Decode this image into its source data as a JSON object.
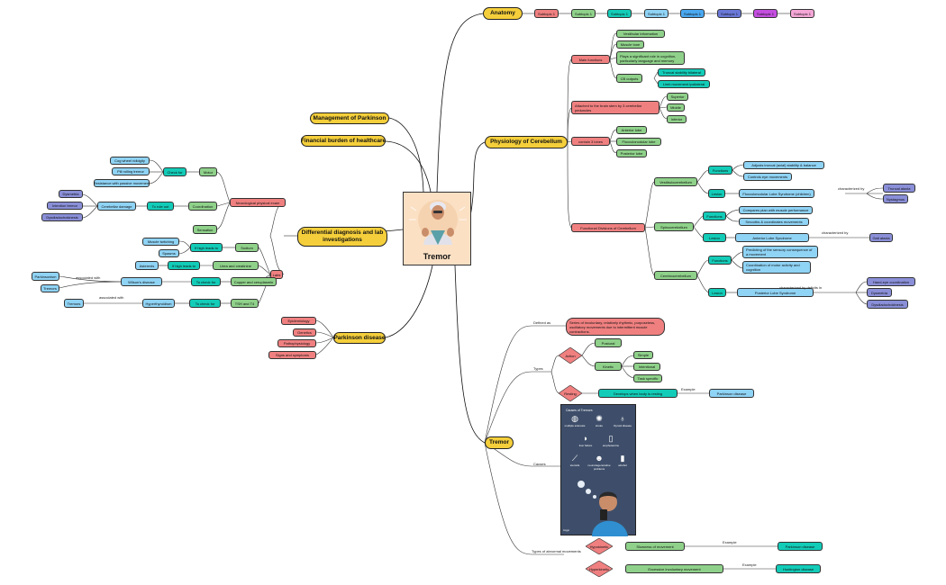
{
  "center": {
    "title": "Tremor"
  },
  "anatomy": {
    "title": "Anatomy",
    "subtopics": [
      "Subtopic 1",
      "Subtopic 1",
      "Subtopic 1",
      "Subtopic 1",
      "Subtopic 1",
      "Subtopic 1",
      "Subtopic 1",
      "Subtopic 1"
    ]
  },
  "management": {
    "title": "Management of Parkinson"
  },
  "financial": {
    "title": "Financial burden of healthcare"
  },
  "physiology": {
    "title": "Physiology of Cerebellum",
    "main_functions": {
      "label": "Main functions",
      "items": [
        "Vestibular information",
        "Muscle tone",
        "Plays a significant role in cognition, particularly language and memory"
      ],
      "cb": {
        "label": "CB outputs",
        "items": [
          "Truncal stability bilateral",
          "Limb movement ipsilateral"
        ]
      }
    },
    "attached": {
      "label": "Attached to the brain stem by 3 cerebellar peduncles",
      "items": [
        "Superior",
        "Middle",
        "Inferior"
      ]
    },
    "lobes": {
      "label": "contain 3 lobes",
      "items": [
        "Anterior lobe",
        "Flocculonodular lobe",
        "Posterior lobe"
      ]
    },
    "divisions": {
      "label": "Functional Divisions of Cerebellum",
      "vestibulo": {
        "label": "Vestibulocerebellum",
        "functions_label": "Functions",
        "functions": [
          "Adjusts truncal (axial) stability & balance",
          "Controls eye movements"
        ],
        "lesion_label": "Lesion",
        "lesion": "Flocculonodular Lobe Syndrome (children)",
        "link": "characterized by",
        "signs": [
          "Truncal ataxia",
          "Nystagmus"
        ]
      },
      "spino": {
        "label": "Spinocerebellum",
        "functions_label": "Functions",
        "functions": [
          "Compares plan with muscle performance",
          "Smooths & coordinates movements"
        ],
        "lesion_label": "Lesion",
        "lesion": "Anterior Lobe Syndrome",
        "link": "characterized by",
        "signs": [
          "Gait ataxia"
        ]
      },
      "cerebro": {
        "label": "Cerebrocerebellum",
        "functions_label": "Functions",
        "functions": [
          "Predicting of the sensory consequence of a movement",
          "Coordination of motor activity and cognition"
        ],
        "lesion_label": "Lesion",
        "lesion": "Posterior Lobe Syndrome",
        "link": "characterized by deficits in",
        "signs": [
          "Hand-eye coordination",
          "Dysmetria",
          "Dysdiadochokinesis"
        ]
      }
    }
  },
  "differential": {
    "title": "Differential diagnosis and lab investigations",
    "exam": {
      "label": "Neurological physical exam",
      "motor": {
        "label": "Motor",
        "check": "Check for",
        "items": [
          "Cog wheel rididgity",
          "Pill rolling tremor",
          "Resistance with passive movement"
        ]
      },
      "coordination": {
        "label": "Coordination",
        "rule": "To rule out",
        "damage": "Cerebellar damage",
        "items": [
          "Dysmetria",
          "Intention tremor",
          "Dysdiadochokinesis"
        ]
      },
      "sensation": "Sensation"
    },
    "labs": {
      "label": "Labs",
      "sodium": {
        "label": "Sodium",
        "cond": "If high leads to",
        "items": [
          "Muscle twitching",
          "Spasms"
        ]
      },
      "urea": {
        "label": "Urea and creatinine",
        "cond": "If high leads to",
        "item": "Asterexis"
      },
      "copper": {
        "label": "Copper and ceruplasmin",
        "cond": "To check for",
        "disease": "Wilson's disease",
        "link": "associated with",
        "items": [
          "Parkinsonism",
          "Tremors"
        ]
      },
      "tsh": {
        "label": "TSH and T4",
        "cond": "To check for",
        "disease": "Hyperthyroidism",
        "link": "associated with",
        "item": "Tremors"
      }
    }
  },
  "parkinson": {
    "title": "Parkinson disease",
    "items": [
      "Epidemiology",
      "Genetics",
      "Pathophysiology",
      "Signs and symptoms"
    ]
  },
  "tremor": {
    "title": "Tremor",
    "defined_label": "Defined as",
    "definition": "Series of involuntary, relatively rhythmic, purposeless, oscillatory movements due to intermittent muscle contractions.",
    "types_label": "Types",
    "action": {
      "label": "Action",
      "postural": "Postural",
      "kinetic": "Kinetic",
      "kinetic_items": [
        "Simple",
        "Intentional",
        "Task specific"
      ]
    },
    "resting": {
      "label": "Resting",
      "desc": "Develops when body is resting",
      "example_label": "Example",
      "example": "Parkinson disease"
    },
    "causes_label": "Causes",
    "poster": {
      "title": "Causes of Tremors",
      "items": [
        "multiple sclerosis",
        "stroke",
        "thyroid disease",
        "liver failure",
        "amphetamine",
        "steroids",
        "neurodegenerative problems",
        "alcohol"
      ],
      "credit": "zaygo"
    },
    "abnormal_label": "Types of abnormal movements",
    "hypokinetic": {
      "label": "Hypokinetic",
      "desc": "Slowness of movement",
      "example_label": "Example",
      "example": "Parkinson disease"
    },
    "hyperkinetic": {
      "label": "Hyperkinetic",
      "desc": "Excessive involuntary movement",
      "example_label": "Example",
      "example": "Huntington disease"
    }
  },
  "colors": {
    "main": "#f5cf3b",
    "green": "#8fd18a",
    "teal": "#12ccb8",
    "blue": "#8fd3f5",
    "red": "#f08080",
    "purple": "#8a8fd8",
    "center_bg": "#fbe0c4"
  }
}
